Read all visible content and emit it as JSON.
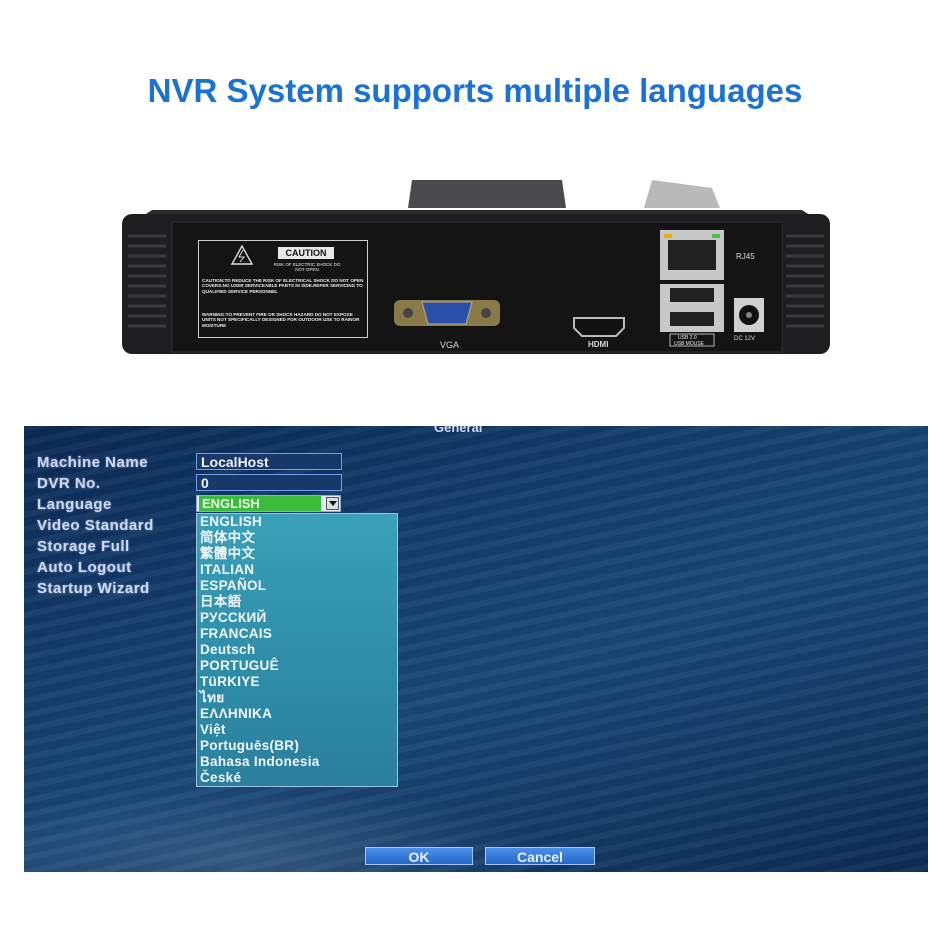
{
  "headline": "NVR System supports multiple languages",
  "device": {
    "caution_title": "CAUTION",
    "caution_subtitle": "RISK OF ELECTRIC SHOCK DO NOT OPEN",
    "caution_text": "CAUTION:TO REDUCE THE RISK OF ELECTRICAL SHOCK DO NOT OPEN COVERS.NO USER SERVICEABLE PARTS IN SIDE.REFER SERVICING TO QUALIFIED SERVICE PERSONNEL",
    "warning_text": "WARNING:TO PREVENT FIRE OR SHOCK HAZARD DO NOT EXPOSE UNITS NOT SPECIFICALLY DESIGNED FOR OUTDOOR USE TO RAINOR MOISTURE",
    "vga_label": "VGA",
    "hdmi_label": "HDMI",
    "rj45_label": "RJ45",
    "usb_label_1": "USB 2.0",
    "usb_label_2": "USB MOUSE",
    "dc_label": "DC 12V"
  },
  "dialog": {
    "title": "General",
    "labels": {
      "machine_name": "Machine Name",
      "dvr_no": "DVR No.",
      "language": "Language",
      "video_standard": "Video Standard",
      "storage_full": "Storage Full",
      "auto_logout": "Auto Logout",
      "startup_wizard": "Startup Wizard"
    },
    "machine_name_value": "LocalHost",
    "dvr_no_value": "0",
    "language_selected": "ENGLISH",
    "language_options": [
      "ENGLISH",
      "简体中文",
      "繁體中文",
      "ITALIAN",
      "ESPAÑOL",
      "日本語",
      "РУССКИЙ",
      "FRANCAIS",
      "Deutsch",
      "PORTUGUÊ",
      "TüRKIYE",
      "ไทย",
      "ΕΛΛΗΝΙΚΑ",
      "Việt",
      "Portuguēs(BR)",
      "Bahasa Indonesia",
      "České"
    ],
    "ok_label": "OK",
    "cancel_label": "Cancel"
  }
}
